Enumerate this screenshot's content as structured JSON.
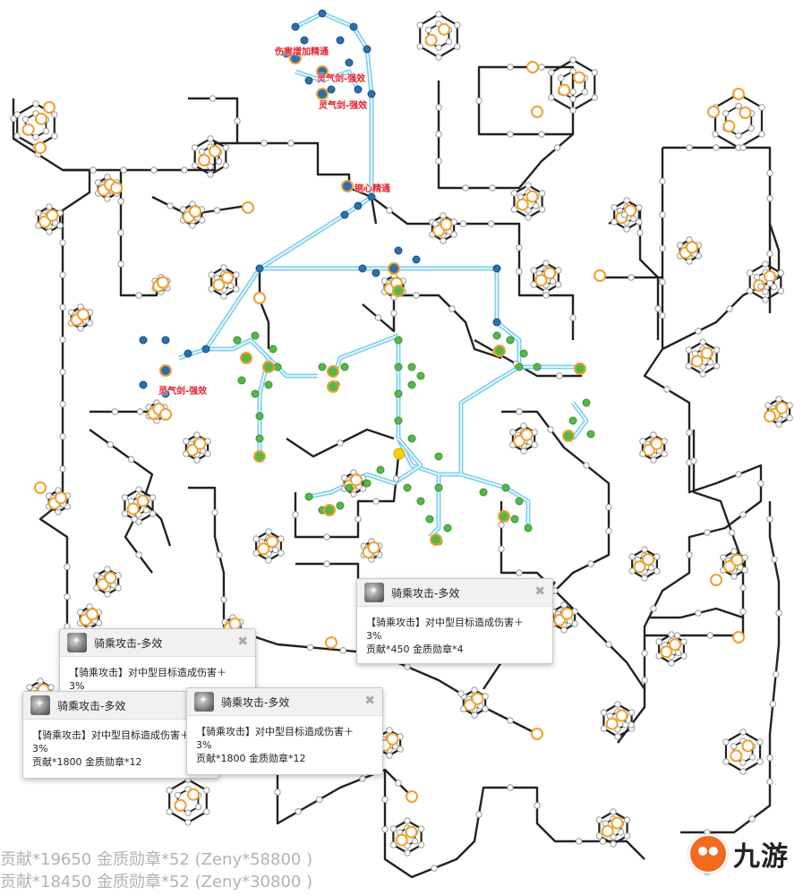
{
  "node_labels": [
    "伤害增加精通",
    "灵气剑-强效",
    "灵气剑-强效",
    "铜心精通",
    "灵气剑-强效"
  ],
  "tooltips": [
    {
      "title": "骑乘攻击-多效",
      "effect": "【骑乘攻击】对中型目标造成伤害＋",
      "percent": "3%",
      "cost": "贡献*450 金质勋章*4"
    },
    {
      "title": "骑乘攻击-多效",
      "effect": "【骑乘攻击】对中型目标造成伤害＋",
      "percent": "3%",
      "cost": ""
    },
    {
      "title": "骑乘攻击-多效",
      "effect": "【骑乘攻击】对中型目标造成伤害＋",
      "percent": "3%",
      "cost": "贡献*1800 金质勋章*12"
    },
    {
      "title": "骑乘攻击-多效",
      "effect": "【骑乘攻击】对中型目标造成伤害＋",
      "percent": "3%",
      "cost": "贡献*1800 金质勋章*12"
    }
  ],
  "close_glyph": "✖",
  "cost_lines": [
    "贡献*19650 金质勋章*52 (Zeny*58800 )",
    "贡献*18450 金质勋章*52 (Zeny*30800 )"
  ],
  "watermark": {
    "text": "九游"
  },
  "colors": {
    "path_line": "#222222",
    "selected_path": "#7fd0f0",
    "node_default": "#ffffff",
    "node_border": "#9a9a9a",
    "node_special": "#f0a030",
    "node_blue": "#2a6fb0",
    "node_green": "#55b84a",
    "node_current": "#f5d000",
    "label_red": "#e8202a"
  }
}
